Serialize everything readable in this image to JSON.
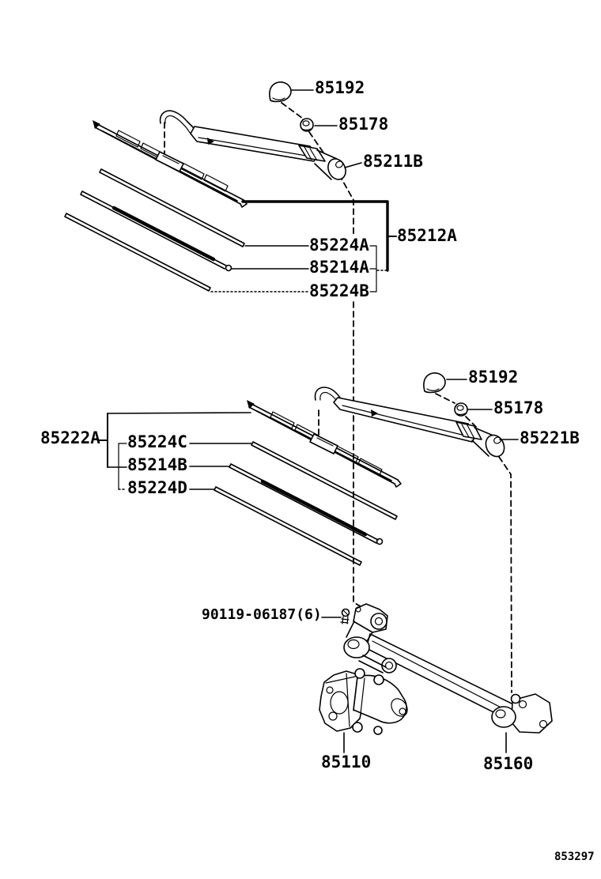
{
  "figure_code": "853297",
  "colors": {
    "ink": "#000000",
    "paper": "#ffffff"
  },
  "labels": {
    "s1_cap": "85192",
    "s1_nut": "85178",
    "s1_arm": "85211B",
    "s1_blade_assembly": "85212A",
    "s1_insert_a": "85224A",
    "s1_blade_rubber": "85214A",
    "s1_insert_b": "85224B",
    "s2_blade_assembly": "85222A",
    "s2_insert_c": "85224C",
    "s2_blade_rubber": "85214B",
    "s2_insert_d": "85224D",
    "s2_cap": "85192",
    "s2_nut": "85178",
    "s2_arm": "85221B",
    "screw": "90119-06187(6)",
    "motor": "85110",
    "link": "85160"
  }
}
